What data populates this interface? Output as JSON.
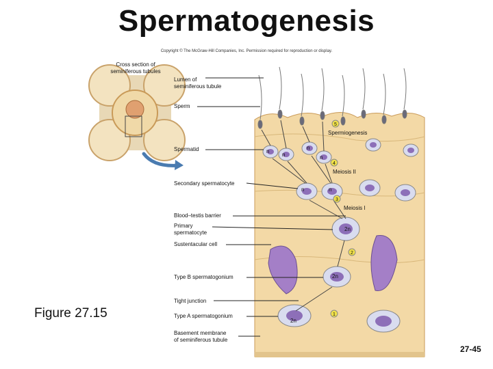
{
  "title": "Spermatogenesis",
  "copyright": "Copyright © The McGraw-Hill Companies, Inc. Permission required for reproduction or display.",
  "figure_label": "Figure 27.15",
  "page_number": "27-45",
  "inset": {
    "line1": "Cross section of",
    "line2": "seminiferous tubules"
  },
  "labels": {
    "lumen_1": "Lumen of",
    "lumen_2": "seminiferous tubule",
    "sperm": "Sperm",
    "spermatid": "Spermatid",
    "secondary": "Secondary spermatocyte",
    "btb": "Blood–testis barrier",
    "primary_1": "Primary",
    "primary_2": "spermatocyte",
    "sustentacular": "Sustentacular cell",
    "typeB": "Type B spermatogonium",
    "tight": "Tight junction",
    "typeA": "Type A spermatogonium",
    "basement_1": "Basement membrane",
    "basement_2": "of seminiferous tubule"
  },
  "steps": [
    {
      "num": "1",
      "label": ""
    },
    {
      "num": "2",
      "label": ""
    },
    {
      "num": "3",
      "label": "Meiosis I"
    },
    {
      "num": "4",
      "label": "Meiosis II"
    },
    {
      "num": "5",
      "label": "Spermiogenesis"
    }
  ],
  "ploidy": {
    "n": "n",
    "two_n": "2n"
  },
  "colors": {
    "tissue": "#f3d9a6",
    "tissue_stroke": "#c99a58",
    "nucleus": "#8d6fb8",
    "cytoplasm": "#d9dcef",
    "sustentacular": "#a47fc7",
    "step_circle": "#f2e24a"
  }
}
